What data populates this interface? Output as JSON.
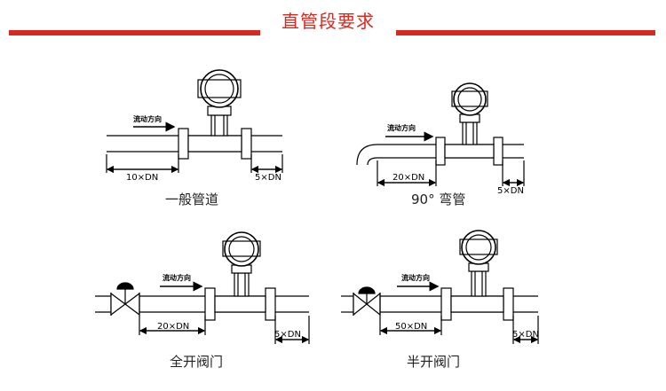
{
  "header": {
    "title": "直管段要求",
    "accent_color": "#d62a20"
  },
  "diagrams": [
    {
      "caption": "一般管道",
      "flow_label": "流动方向",
      "upstream": "10×DN",
      "downstream": "5×DN",
      "fitting": "straight"
    },
    {
      "caption": "90° 弯管",
      "flow_label": "流动方向",
      "upstream": "20×DN",
      "downstream": "5×DN",
      "fitting": "elbow"
    },
    {
      "caption": "全开阀门",
      "flow_label": "流动方向",
      "upstream": "20×DN",
      "downstream": "5×DN",
      "fitting": "valve"
    },
    {
      "caption": "半开阀门",
      "flow_label": "流动方向",
      "upstream": "50×DN",
      "downstream": "5×DN",
      "fitting": "valve"
    }
  ]
}
